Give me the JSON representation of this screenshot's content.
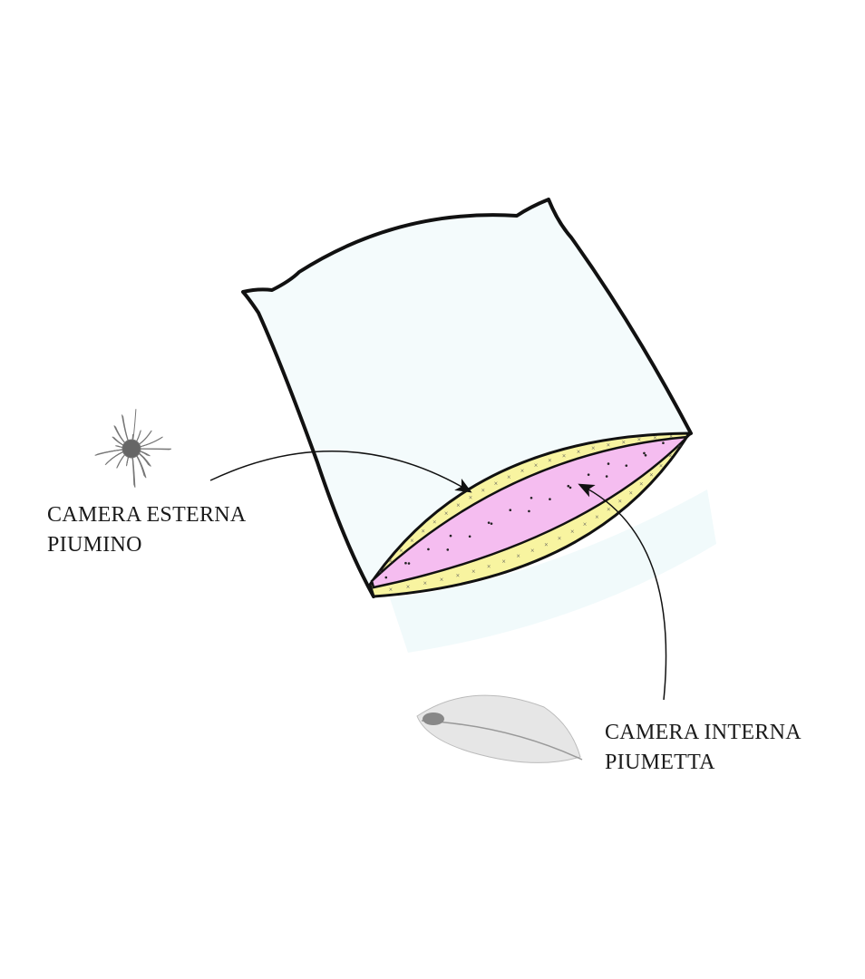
{
  "colors": {
    "outline": "#111111",
    "pillow_fill": "#f4fbfc",
    "outer_chamber": "#f8f4a0",
    "inner_chamber": "#f5bdf0"
  },
  "labels": {
    "outer": {
      "line1": "CAMERA ESTERNA",
      "line2": "PIUMINO"
    },
    "inner": {
      "line1": "CAMERA INTERNA",
      "line2": "PIUMETTA"
    }
  },
  "icons": {
    "outer": "down-cluster-icon",
    "inner": "feather-icon"
  }
}
